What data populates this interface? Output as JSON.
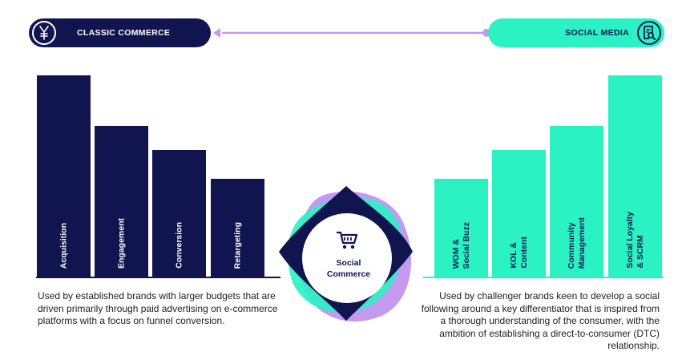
{
  "header": {
    "left_label": "CLASSIC COMMERCE",
    "left_icon": "yen-icon",
    "right_label": "SOCIAL MEDIA",
    "right_icon": "document-search-icon"
  },
  "left_bars": [
    {
      "label": "Acquisition",
      "level": 4
    },
    {
      "label": "Engagement",
      "level": 3
    },
    {
      "label": "Conversion",
      "level": 2
    },
    {
      "label": "Retargeting",
      "level": 1
    }
  ],
  "right_bars": [
    {
      "label": "WOM &\nSocial Buzz",
      "level": 1
    },
    {
      "label": "KOL &\nContent",
      "level": 2
    },
    {
      "label": "Community\nManagement",
      "level": 3
    },
    {
      "label": "Social Loyalty\n& SCRM",
      "level": 4
    }
  ],
  "center": {
    "line1": "Social",
    "line2": "Commerce",
    "icon": "shopping-cart-icon"
  },
  "descriptions": {
    "left": "Used by established brands with larger budgets that are driven primarily through paid advertising on e-commerce platforms with a focus on funnel conversion.",
    "right": "Used by challenger brands keen to develop a social following around a key differentiator that is inspired from a thorough understanding of the consumer, with the ambition of establishing a direct-to-consumer (DTC) relationship."
  },
  "colors": {
    "navy": "#10154f",
    "teal": "#2af2c3",
    "purple": "#c39af0"
  }
}
